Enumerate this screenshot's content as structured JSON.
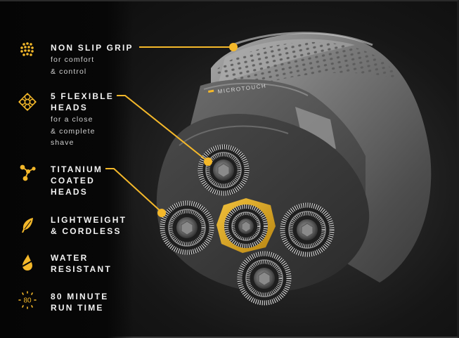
{
  "brand_mark": "MICROTOUCH",
  "accent_color": "#f4b82a",
  "features": [
    {
      "icon": "grip-dots-icon",
      "title_lines": [
        "NON SLIP GRIP"
      ],
      "subtitle_lines": [
        "for comfort",
        "& control"
      ]
    },
    {
      "icon": "five-heads-icon",
      "title_lines": [
        "5 FLEXIBLE",
        "HEADS"
      ],
      "subtitle_lines": [
        "for a close",
        "& complete",
        "shave"
      ]
    },
    {
      "icon": "molecule-icon",
      "title_lines": [
        "TITANIUM",
        "COATED",
        "HEADS"
      ],
      "subtitle_lines": []
    },
    {
      "icon": "feather-leaf-icon",
      "title_lines": [
        "LIGHTWEIGHT",
        "& CORDLESS"
      ],
      "subtitle_lines": []
    },
    {
      "icon": "water-drop-icon",
      "title_lines": [
        "WATER",
        "RESISTANT"
      ],
      "subtitle_lines": []
    },
    {
      "icon": "battery-80-icon",
      "icon_label": "80",
      "title_lines": [
        "80 MINUTE",
        "RUN TIME"
      ],
      "subtitle_lines": []
    }
  ]
}
